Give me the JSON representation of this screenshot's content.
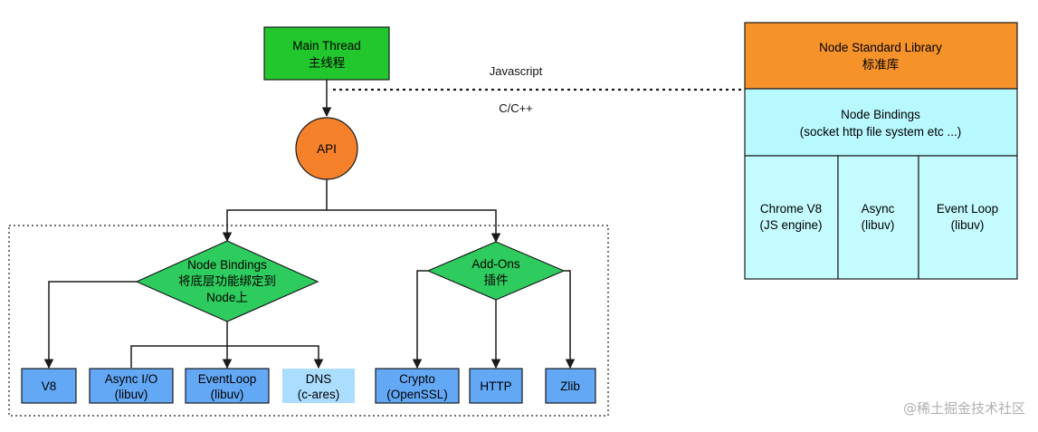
{
  "colors": {
    "green": "#22c72e",
    "diamond_green": "#2ecc5e",
    "orange": "#f5822a",
    "blue": "#63a8f5",
    "light_blue": "#aaddff",
    "cyan": "#b8f8ff",
    "stroke": "#1a1a1a"
  },
  "main_thread": {
    "line1": "Main Thread",
    "line2": "主线程"
  },
  "api": {
    "label": "API"
  },
  "layer_labels": {
    "js": "Javascript",
    "c": "C/C++"
  },
  "node_bindings": {
    "line1": "Node Bindings",
    "line2": "将底层功能绑定到",
    "line3": "Node上"
  },
  "addons": {
    "line1": "Add-Ons",
    "line2": "插件"
  },
  "leaves": {
    "v8": {
      "line1": "V8"
    },
    "async_io": {
      "line1": "Async I/O",
      "line2": "(libuv)"
    },
    "eventloop": {
      "line1": "EventLoop",
      "line2": "(libuv)"
    },
    "dns": {
      "line1": "DNS",
      "line2": "(c-ares)"
    },
    "crypto": {
      "line1": "Crypto",
      "line2": "(OpenSSL)"
    },
    "http": {
      "line1": "HTTP"
    },
    "zlib": {
      "line1": "Zlib"
    }
  },
  "stack": {
    "stdlib": {
      "line1": "Node Standard Library",
      "line2": "标准库"
    },
    "bindings": {
      "line1": "Node Bindings",
      "line2": "(socket http file system etc ...)"
    },
    "chrome": {
      "line1": "Chrome V8",
      "line2": "(JS engine)"
    },
    "async": {
      "line1": "Async",
      "line2": "(libuv)"
    },
    "eventloop": {
      "line1": "Event Loop",
      "line2": "(libuv)"
    }
  },
  "watermark": "@稀土掘金技术社区"
}
